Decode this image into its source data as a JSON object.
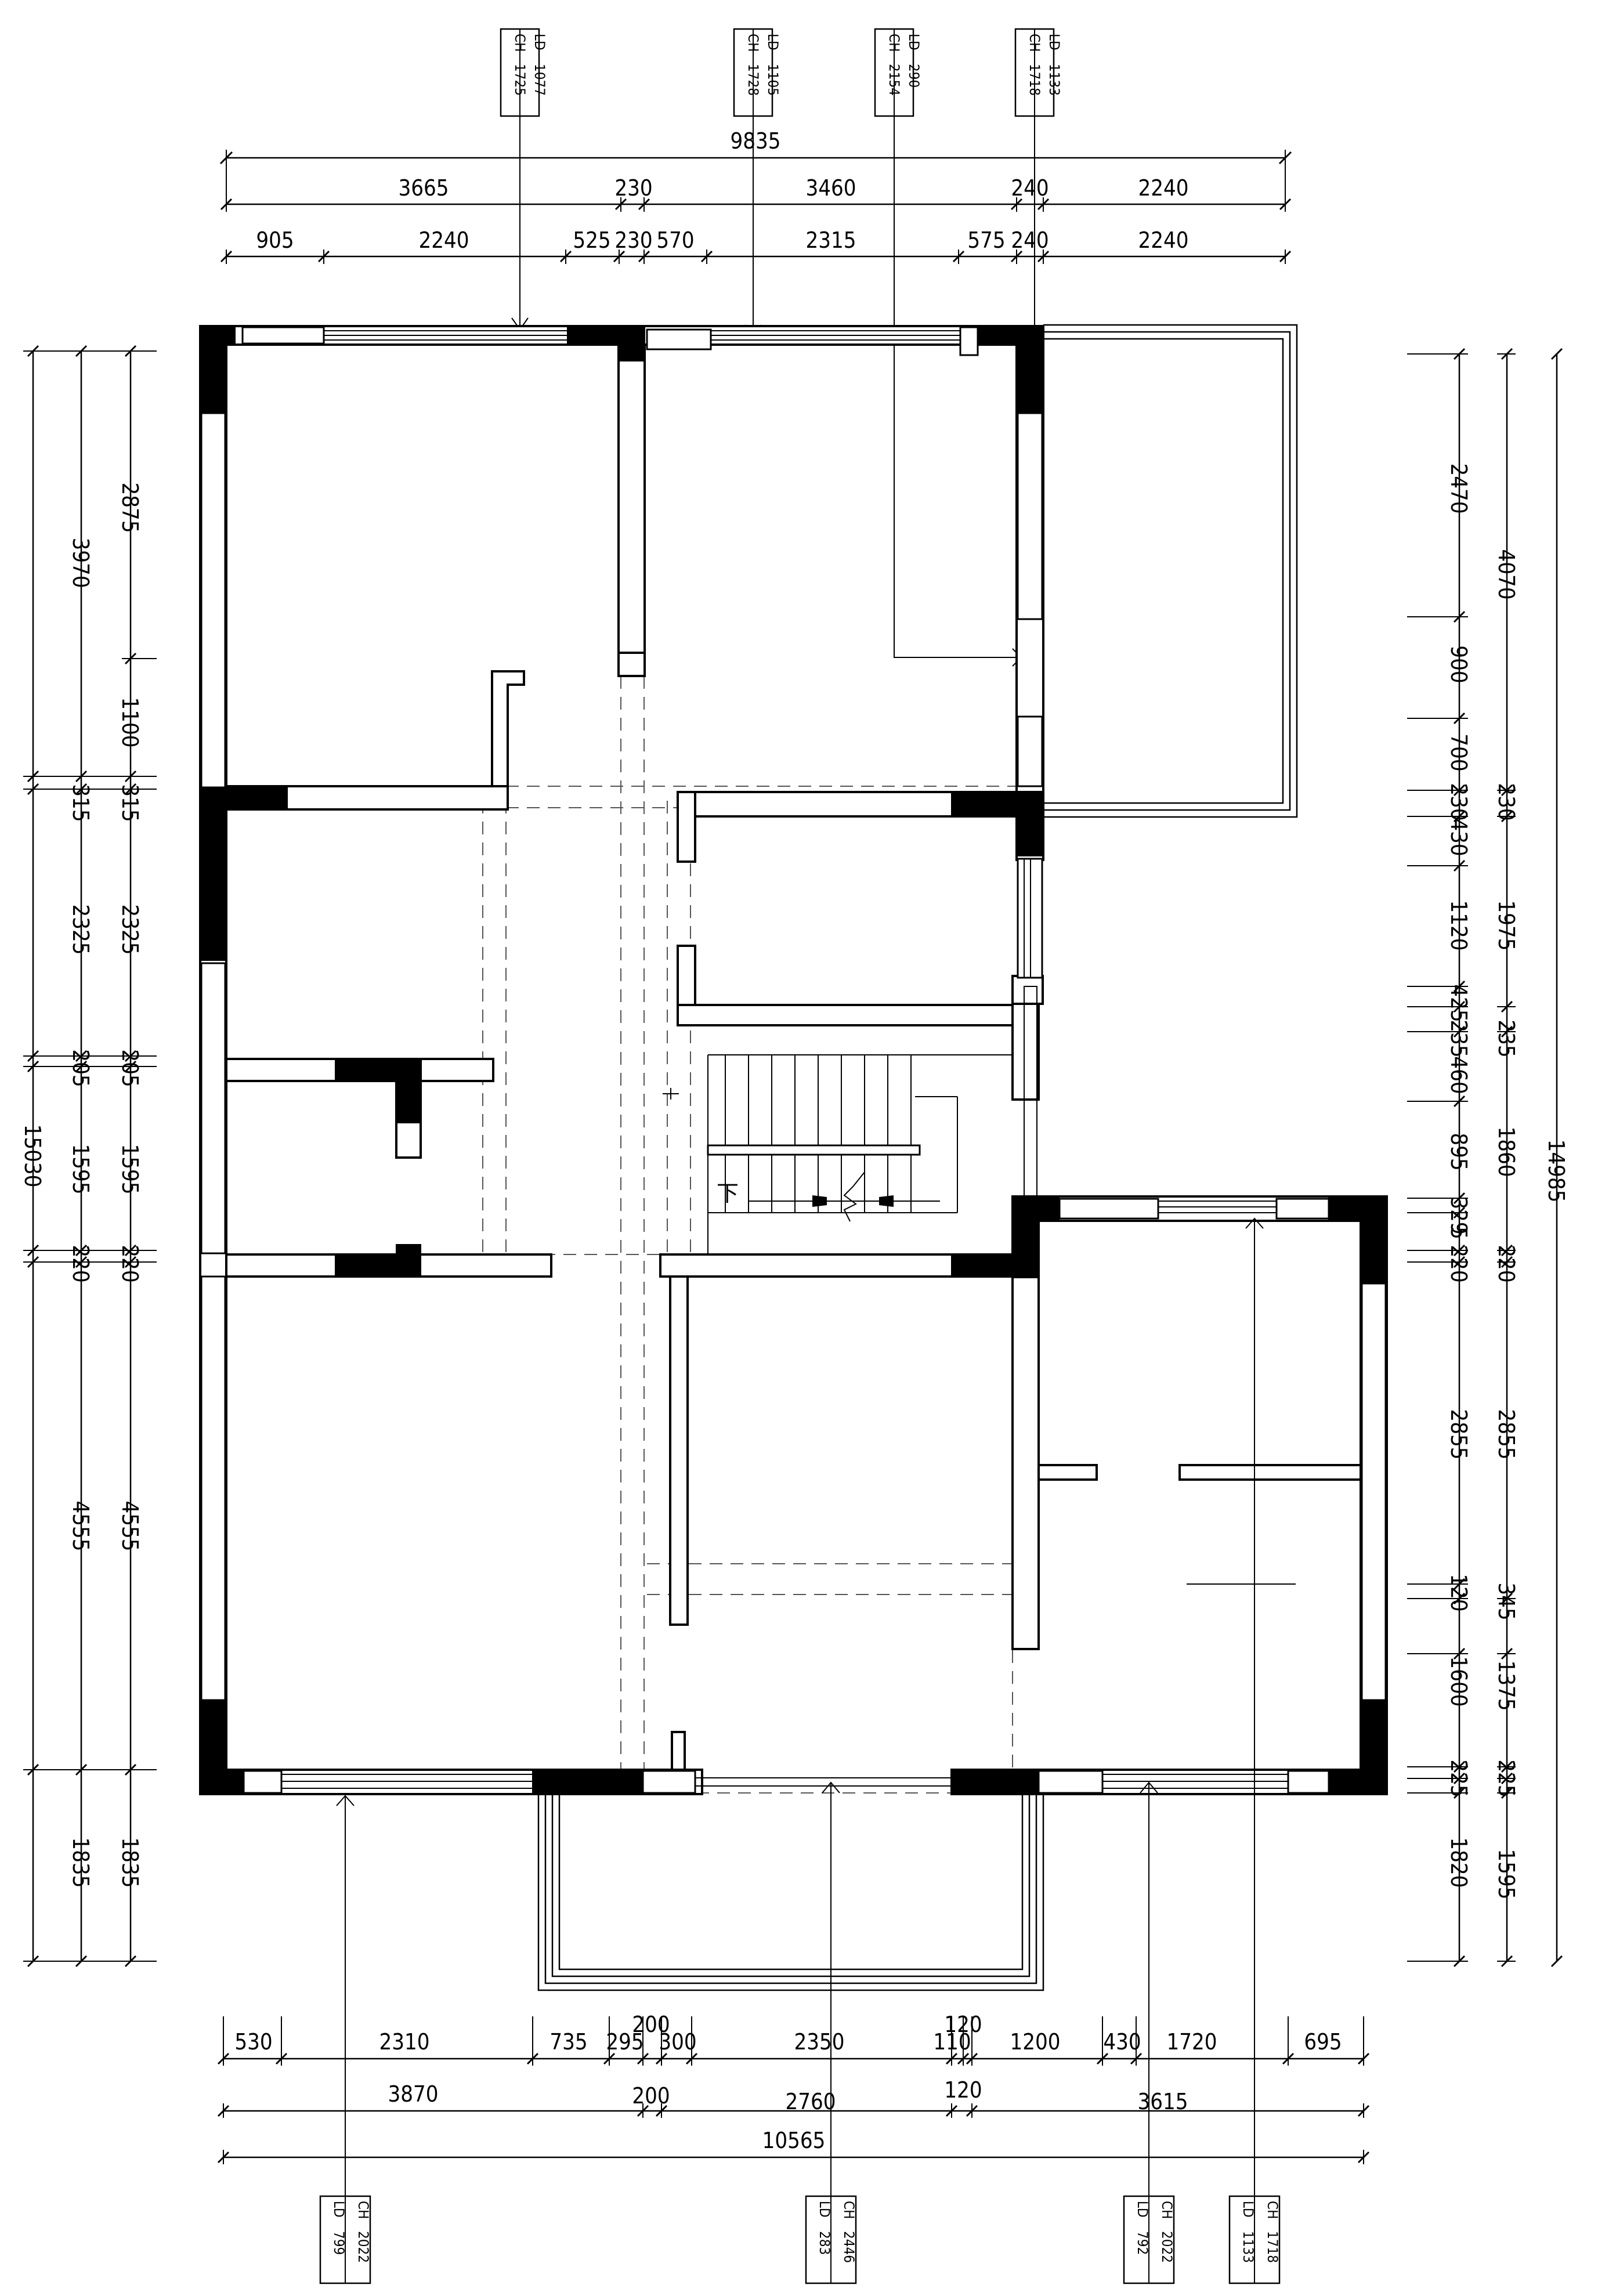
{
  "dimensions": {
    "top_total": "9835",
    "top_row2": [
      "3665",
      "230",
      "3460",
      "240",
      "2240"
    ],
    "top_row3": [
      "905",
      "2240",
      "525",
      "230",
      "570",
      "2315",
      "575",
      "240",
      "2240"
    ],
    "bottom_row1": [
      "530",
      "2310",
      "735",
      "295",
      "200",
      "300",
      "2350",
      "110",
      "120",
      "1200",
      "430",
      "1720",
      "695"
    ],
    "bottom_row2": [
      "3870",
      "200",
      "2760",
      "120",
      "3615"
    ],
    "bottom_total": "10565",
    "left_total": "15030",
    "left_col2": [
      "3970",
      "315",
      "2325",
      "205",
      "1595",
      "220",
      "4555",
      "1835"
    ],
    "left_col3": [
      "2875",
      "1100",
      "315",
      "2325",
      "205",
      "1595",
      "220",
      "4555",
      "1835"
    ],
    "right_col1": [
      "2470",
      "900",
      "700",
      "230",
      "430",
      "1120",
      "425",
      "235",
      "460",
      "895",
      "329",
      "5",
      "220",
      "2855",
      "120",
      "1600",
      "225",
      "1820"
    ],
    "right_col2": [
      "4070",
      "230",
      "1975",
      "235",
      "1860",
      "220",
      "2855",
      "345",
      "1375",
      "225",
      "1595"
    ],
    "right_total": "14985"
  },
  "window_tags": {
    "top": [
      {
        "ch": "1725",
        "ld": "1077"
      },
      {
        "ch": "1728",
        "ld": "1105"
      },
      {
        "ch": "2154",
        "ld": "290"
      },
      {
        "ch": "1718",
        "ld": "1133"
      }
    ],
    "bottom": [
      {
        "ch": "2022",
        "ld": "799"
      },
      {
        "ch": "2446",
        "ld": "283"
      },
      {
        "ch": "2022",
        "ld": "792"
      },
      {
        "ch": "1718",
        "ld": "1133"
      }
    ],
    "ch_label": "CH",
    "ld_label": "LD"
  },
  "stair_mark": "下"
}
